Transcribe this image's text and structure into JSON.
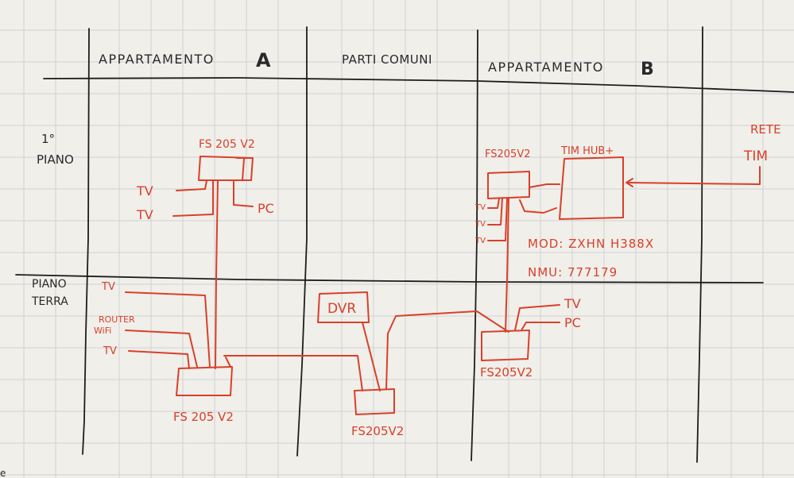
{
  "colors": {
    "paper": "#f0efea",
    "grid": "#cfd2d6",
    "black_ink": "#1d1d1d",
    "red_ink": "#d8402a"
  },
  "columns": {
    "apartment_a": {
      "label": "APPARTAMENTO",
      "letter": "A"
    },
    "common": {
      "label": "PARTI COMUNI"
    },
    "apartment_b": {
      "label": "APPARTAMENTO",
      "letter": "B"
    }
  },
  "floors": {
    "first": {
      "line1": "1°",
      "line2": "PIANO"
    },
    "ground": {
      "line1": "PIANO",
      "line2": "TERRA"
    }
  },
  "devices": {
    "switch_label": "FS 205 V2",
    "switch_label_compact": "FS205V2",
    "tim_hub": "TIM HUB+",
    "dvr": "DVR",
    "tv": "TV",
    "pc": "PC",
    "router_line1": "ROUTER",
    "router_line2": "WiFi",
    "network_line1": "RETE",
    "network_line2": "TIM"
  },
  "modem_info": {
    "model": "MOD: ZXHN H388X",
    "nmu": "NMU: 777179"
  },
  "margin_glyph": "e"
}
